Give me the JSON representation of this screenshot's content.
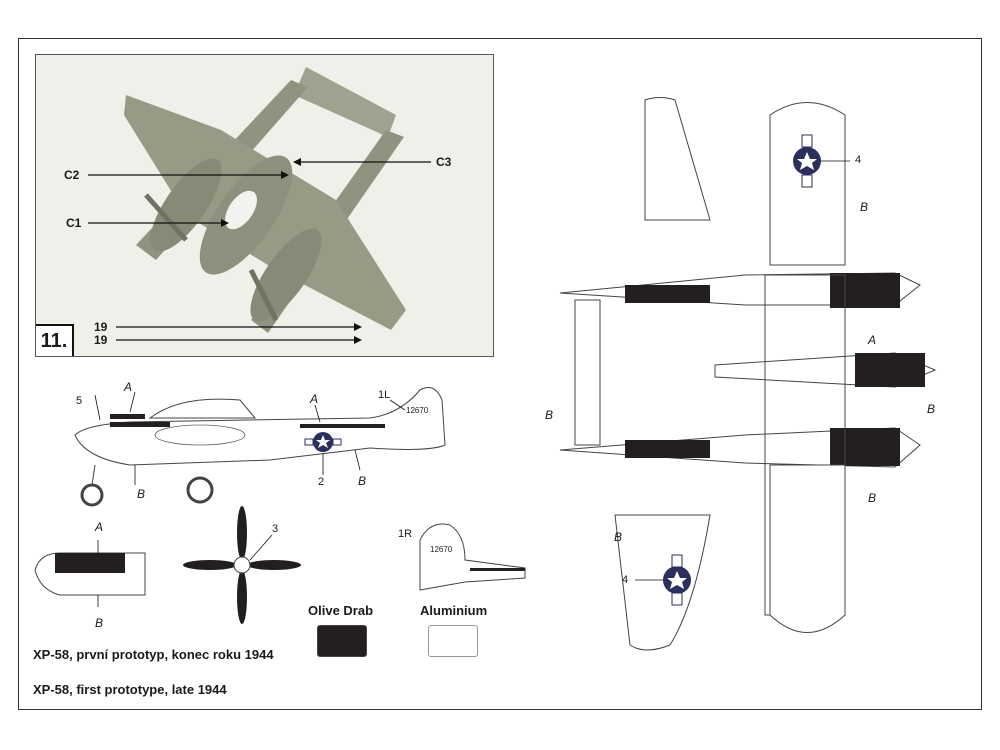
{
  "step": "11.",
  "photo_callouts": {
    "c1": "C1",
    "c2": "C2",
    "c3": "C3",
    "p19a": "19",
    "p19b": "19"
  },
  "side_view": {
    "labels": [
      "A",
      "A",
      "B",
      "B"
    ],
    "part_5": "5",
    "part_1L": "1L",
    "part_2": "2",
    "serial": "12670"
  },
  "nose_detail": {
    "label_a": "A",
    "label_b": "B"
  },
  "propeller": {
    "part": "3"
  },
  "tail_detail": {
    "part": "1R",
    "serial": "12670"
  },
  "plan_view": {
    "part_4_top": "4",
    "part_4_bottom": "4",
    "labels": [
      "B",
      "A",
      "B",
      "B",
      "B",
      "B"
    ]
  },
  "colors": {
    "olive_drab": {
      "name": "Olive Drab",
      "hex": "#231f20"
    },
    "aluminium": {
      "name": "Aluminium",
      "hex": "#ffffff"
    }
  },
  "captions": {
    "czech": "XP-58, první prototyp, konec roku 1944",
    "english": "XP-58, first prototype, late 1944"
  }
}
